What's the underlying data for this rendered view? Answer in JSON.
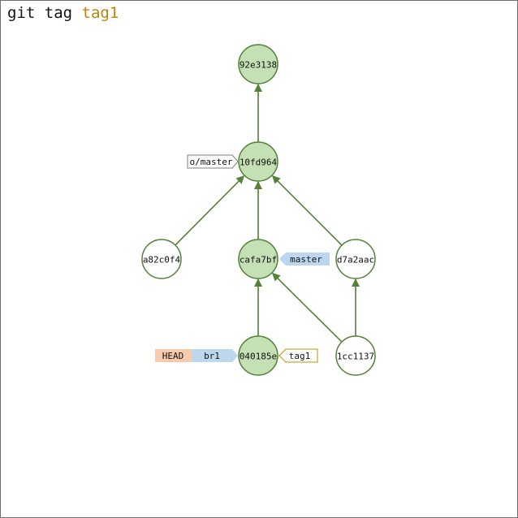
{
  "command": {
    "text": "git tag",
    "arg": "tag1"
  },
  "colors": {
    "commit_fill_green": "#c5e0b4",
    "commit_stroke": "#538135",
    "arrow": "#538135",
    "branch_fill": "#bdd7ee",
    "head_fill": "#f8cbad",
    "tag_stroke": "#bf9000",
    "remote_stroke": "#7f7f7f"
  },
  "commits": [
    {
      "id": "92e3138",
      "style": "green"
    },
    {
      "id": "10fd964",
      "style": "green"
    },
    {
      "id": "a82c0f4",
      "style": "white"
    },
    {
      "id": "cafa7bf",
      "style": "green"
    },
    {
      "id": "d7a2aac",
      "style": "white"
    },
    {
      "id": "040185e",
      "style": "green"
    },
    {
      "id": "1cc1137",
      "style": "white"
    }
  ],
  "edges": [
    {
      "from": "10fd964",
      "to": "92e3138"
    },
    {
      "from": "a82c0f4",
      "to": "10fd964"
    },
    {
      "from": "cafa7bf",
      "to": "10fd964"
    },
    {
      "from": "d7a2aac",
      "to": "10fd964"
    },
    {
      "from": "040185e",
      "to": "cafa7bf"
    },
    {
      "from": "1cc1137",
      "to": "cafa7bf"
    },
    {
      "from": "1cc1137",
      "to": "d7a2aac"
    }
  ],
  "refs": {
    "remote_master": "o/master",
    "master": "master",
    "head": "HEAD",
    "br1": "br1",
    "tag1": "tag1"
  }
}
